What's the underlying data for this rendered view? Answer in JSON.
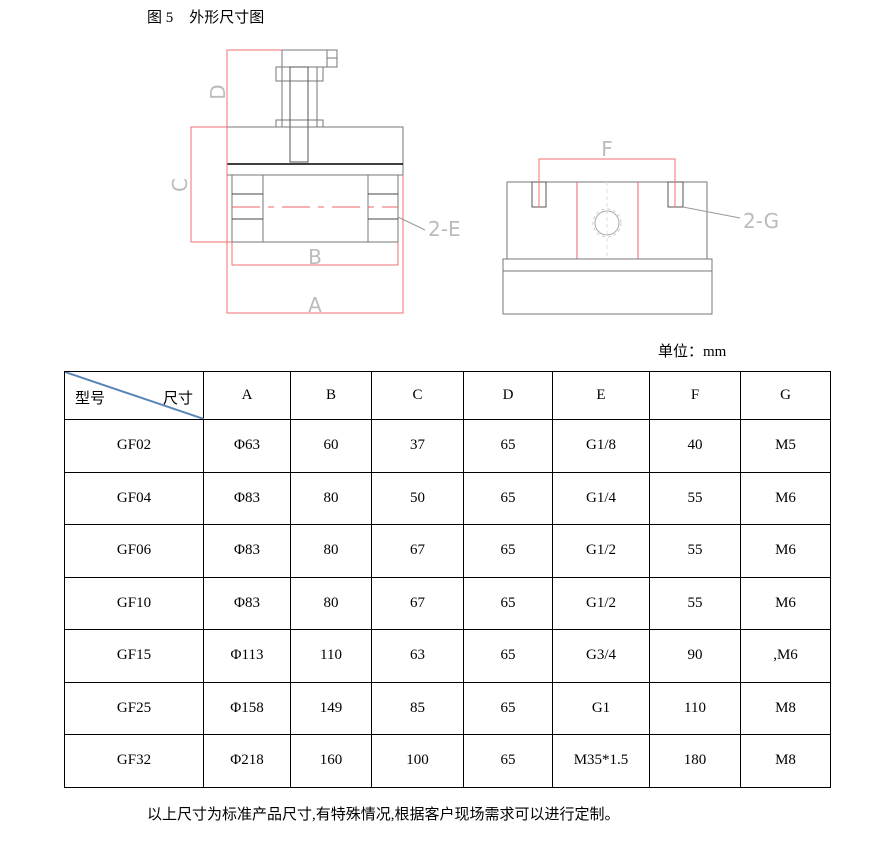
{
  "caption": {
    "figure_no": "图 5",
    "title": "外形尺寸图"
  },
  "drawing_labels": {
    "A": "A",
    "B": "B",
    "C": "C",
    "D": "D",
    "E": "2-E",
    "F": "F",
    "G": "2-G"
  },
  "unit": "单位：mm",
  "table": {
    "corner_left": "型号",
    "corner_right": "尺寸",
    "headers": [
      "A",
      "B",
      "C",
      "D",
      "E",
      "F",
      "G"
    ],
    "rows": [
      [
        "GF02",
        "Φ63",
        "60",
        "37",
        "65",
        "G1/8",
        "40",
        "M5"
      ],
      [
        "GF04",
        "Φ83",
        "80",
        "50",
        "65",
        "G1/4",
        "55",
        "M6"
      ],
      [
        "GF06",
        "Φ83",
        "80",
        "67",
        "65",
        "G1/2",
        "55",
        "M6"
      ],
      [
        "GF10",
        "Φ83",
        "80",
        "67",
        "65",
        "G1/2",
        "55",
        "M6"
      ],
      [
        "GF15",
        "Φ113",
        "110",
        "63",
        "65",
        "G3/4",
        "90",
        ",M6"
      ],
      [
        "GF25",
        "Φ158",
        "149",
        "85",
        "65",
        "G1",
        "110",
        "M8"
      ],
      [
        "GF32",
        "Φ218",
        "160",
        "100",
        "65",
        "M35*1.5",
        "180",
        "M8"
      ]
    ]
  },
  "note": "以上尺寸为标准产品尺寸,有特殊情况,根据客户现场需求可以进行定制。"
}
